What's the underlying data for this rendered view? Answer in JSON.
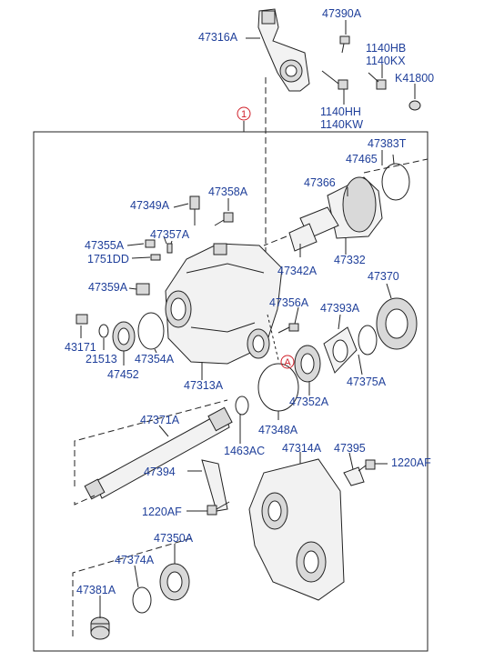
{
  "labels": {
    "l47390A": "47390A",
    "l47316A": "47316A",
    "l1140HB": "1140HB",
    "l1140KX": "1140KX",
    "lK41800": "K41800",
    "l1140HH": "1140HH",
    "l1140KW": "1140KW",
    "l47383T": "47383T",
    "l47465": "47465",
    "l47366": "47366",
    "l47358A": "47358A",
    "l47349A": "47349A",
    "l47357A": "47357A",
    "l47355A": "47355A",
    "l1751DD": "1751DD",
    "l47342A": "47342A",
    "l47332": "47332",
    "l47370": "47370",
    "l47359A": "47359A",
    "l47356A": "47356A",
    "l47393A": "47393A",
    "l43171": "43171",
    "l21513": "21513",
    "l47354A": "47354A",
    "l47452": "47452",
    "l47313A": "47313A",
    "l47375A": "47375A",
    "l47352A": "47352A",
    "l47348A": "47348A",
    "l47371A": "47371A",
    "l1463AC": "1463AC",
    "l47314A": "47314A",
    "l47395": "47395",
    "l1220AF_r": "1220AF",
    "l47394": "47394",
    "l1220AF_l": "1220AF",
    "l47350A": "47350A",
    "l47374A": "47374A",
    "l47381A": "47381A"
  },
  "callouts": {
    "group_number": "1",
    "view_marker": "A"
  }
}
